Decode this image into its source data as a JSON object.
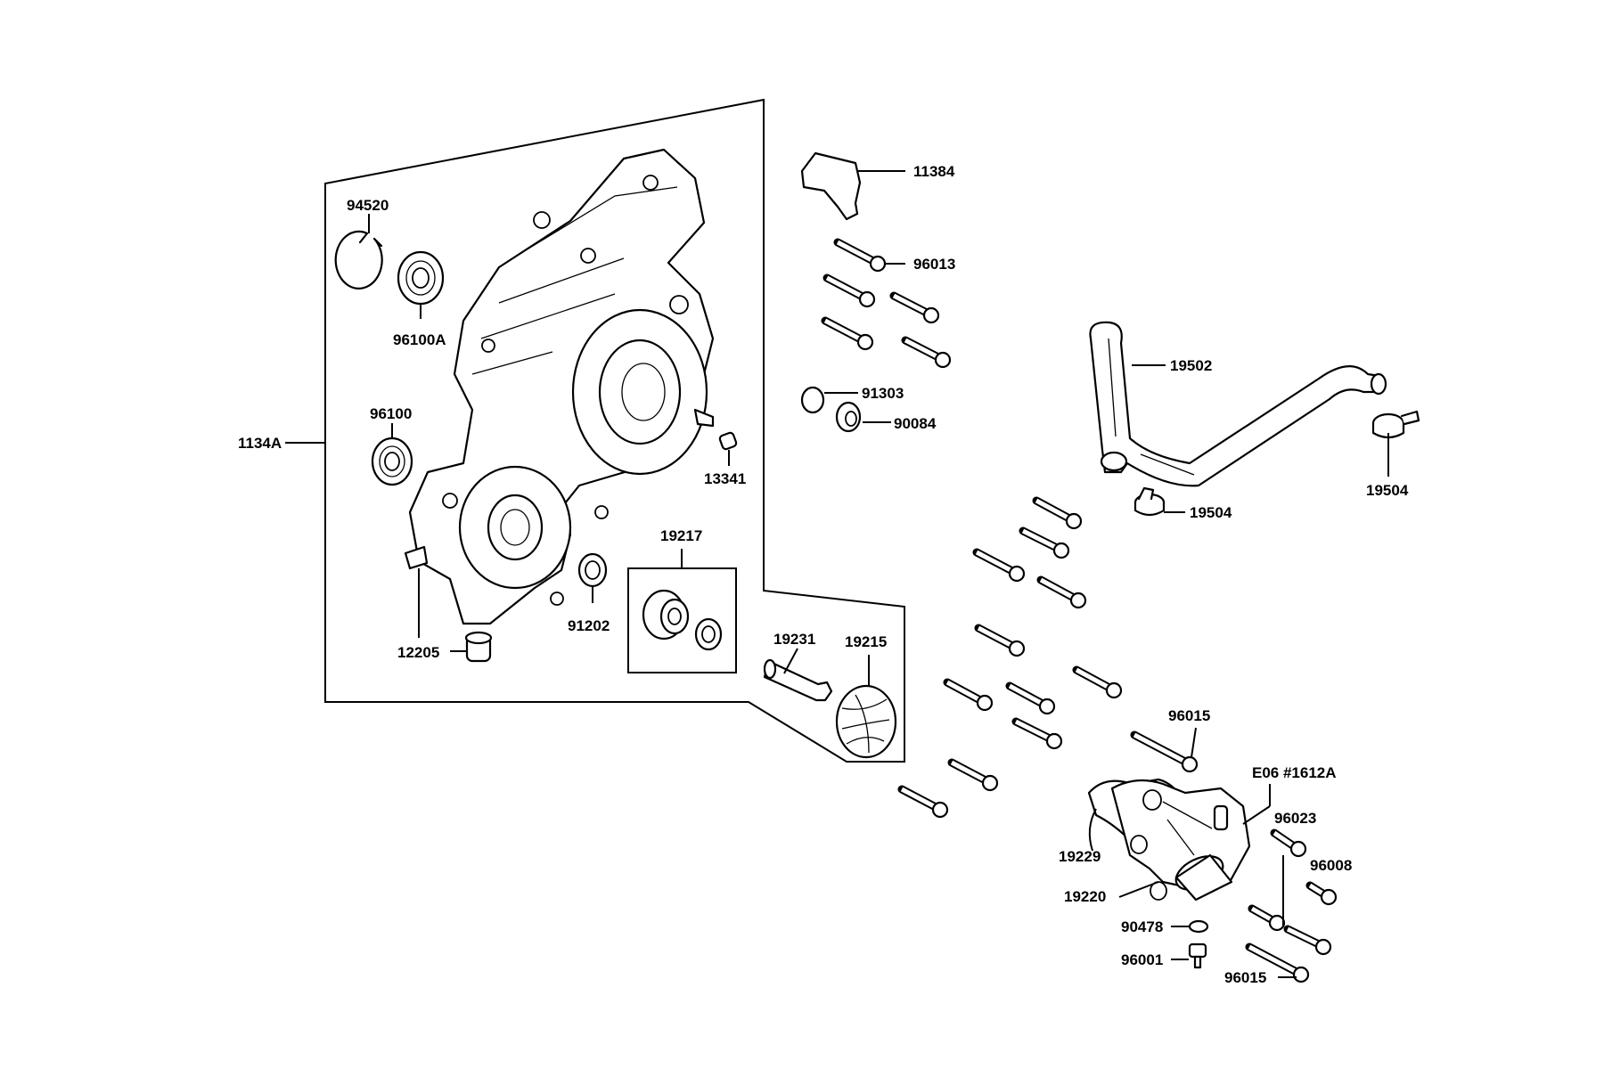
{
  "labels": {
    "group_main": "1134A",
    "circlip": "94520",
    "bearing_a": "96100A",
    "bearing": "96100",
    "dowel_13341": "13341",
    "oil_seal": "91202",
    "plug_12205": "12205",
    "seal_kit": "19217",
    "pump_shaft": "19231",
    "impeller": "19215",
    "bracket": "11384",
    "bolt_96013": "96013",
    "oring_91303": "91303",
    "washer_90084": "90084",
    "hose": "19502",
    "clamp_right": "19504",
    "clamp_lower": "19504",
    "bolt_96015_top": "96015",
    "ref_e06": "E06 #1612A",
    "gasket": "19229",
    "pump_cover": "19220",
    "bolt_96023": "96023",
    "bolt_96008": "96008",
    "washer_90478": "90478",
    "bolt_96001": "96001",
    "bolt_96015_bottom": "96015"
  }
}
